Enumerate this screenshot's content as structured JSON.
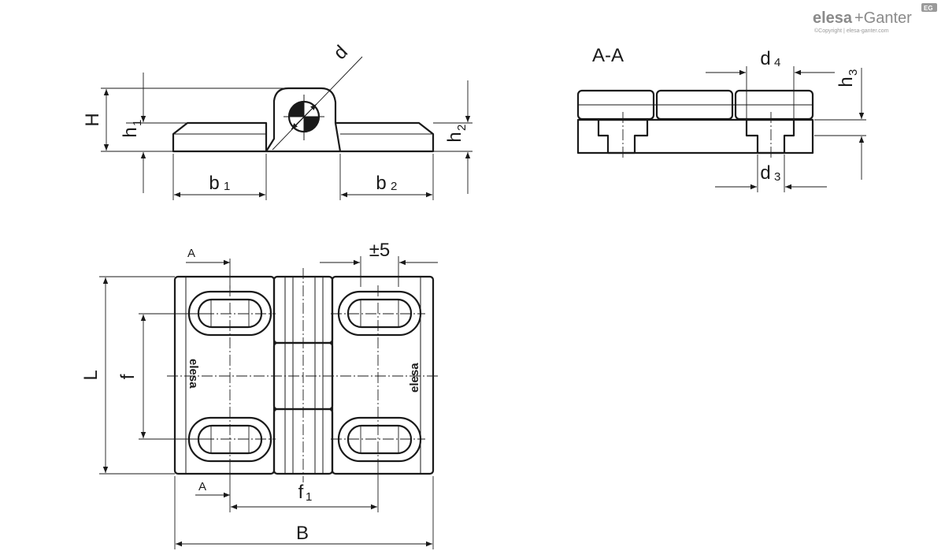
{
  "brand": {
    "name_part1": "elesa",
    "name_part2": "+Ganter",
    "copyright": "©Copyright | elesa-ganter.com",
    "badge": "EG"
  },
  "part_logo": "elesa",
  "section_label": "A-A",
  "cut_marker": "A",
  "tolerance": "±5",
  "dims": {
    "H": "H",
    "h": "h",
    "h1_sub": "1",
    "h2_sub": "2",
    "h3_sub": "3",
    "d": "d",
    "d3_sub": "3",
    "d4_sub": "4",
    "b": "b",
    "b1_sub": "1",
    "b2_sub": "2",
    "L": "L",
    "f": "f",
    "f1_sub": "1",
    "B": "B"
  },
  "colors": {
    "line": "#1a1a1a",
    "brand": "#8a8a8a"
  }
}
